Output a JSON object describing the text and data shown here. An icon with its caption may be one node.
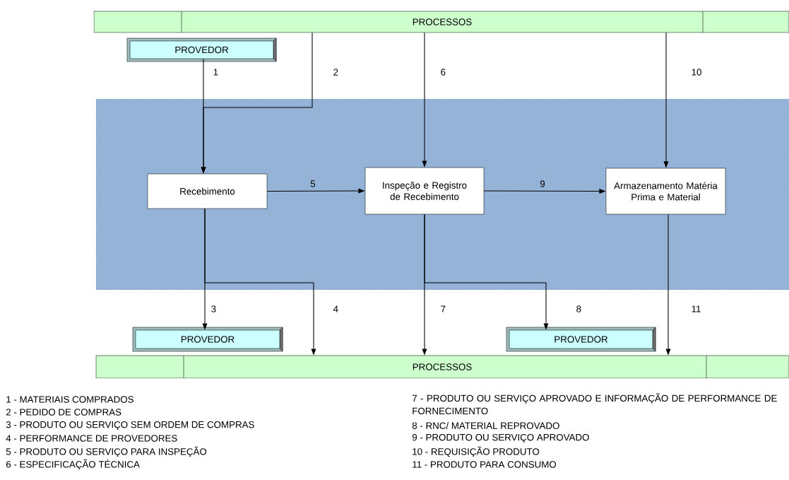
{
  "diagram": {
    "nodes": [
      {
        "text": [
          "PROCESSOS"
        ]
      },
      {
        "text": [
          "PROVEDOR"
        ]
      },
      {
        "text": [
          "Recebimento"
        ]
      },
      {
        "text": [
          "Inspeção e Registro de Recebimento"
        ]
      },
      {
        "text": [
          "Armazenamento Matéria Prima e Material"
        ]
      },
      {
        "text": [
          "PROVEDOR"
        ]
      },
      {
        "text": [
          "PROVEDOR"
        ]
      },
      {
        "text": [
          "PROCESSOS"
        ]
      }
    ],
    "edges": [
      {
        "from": 1,
        "to": 2,
        "arrow": "to",
        "label": "1"
      },
      {
        "from": 0,
        "to": 2,
        "arrow": "to",
        "label": "2"
      },
      {
        "from": 0,
        "to": 3,
        "arrow": "to",
        "label": "6"
      },
      {
        "from": 0,
        "to": 4,
        "arrow": "to",
        "label": "10"
      },
      {
        "from": 2,
        "to": 3,
        "arrow": "to",
        "label": "5"
      },
      {
        "from": 3,
        "to": 4,
        "arrow": "to",
        "label": "9"
      },
      {
        "from": 2,
        "to": 5,
        "arrow": "to",
        "label": "3"
      },
      {
        "from": 2,
        "to": 7,
        "arrow": "to",
        "label": "4"
      },
      {
        "from": 3,
        "to": 7,
        "arrow": "to",
        "label": "7"
      },
      {
        "from": 3,
        "to": 6,
        "arrow": "to",
        "label": "8"
      },
      {
        "from": 4,
        "to": 7,
        "arrow": "to",
        "label": "11"
      }
    ],
    "labels": [
      "1 - MATERIAIS COMPRADOS",
      "2 - PEDIDO DE COMPRAS",
      "3 - PRODUTO OU SERVIÇO SEM ORDEM DE COMPRAS",
      "4 - PERFORMANCE DE PROVEDORES",
      "5 - PRODUTO OU SERVIÇO PARA INSPEÇÃO",
      "6 - ESPECIFICAÇÃO TÉCNICA",
      "7 - PRODUTO OU SERVIÇO APROVADO E INFORMAÇÃO DE PERFORMANCE DE FORNECIMENTO",
      "8 - RNC/ MATERIAL REPROVADO",
      "9 - PRODUTO OU SERVIÇO APROVADO",
      "10 - REQUISIÇÃO PRODUTO",
      "11 - PRODUTO PARA CONSUMO"
    ]
  }
}
